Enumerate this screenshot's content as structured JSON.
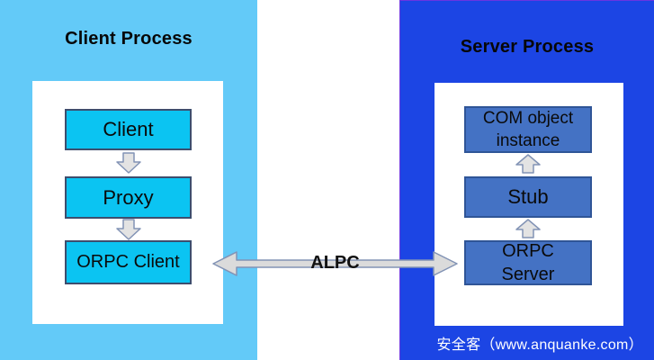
{
  "diagram": {
    "client_panel": {
      "title": "Client Process",
      "boxes": [
        {
          "label": "Client"
        },
        {
          "label": "Proxy"
        },
        {
          "label": "ORPC Client"
        }
      ]
    },
    "server_panel": {
      "title": "Server Process",
      "boxes": [
        {
          "label": "COM object instance"
        },
        {
          "label": "Stub"
        },
        {
          "label": "ORPC Server"
        }
      ]
    },
    "connector": {
      "label": "ALPC"
    },
    "watermark": {
      "text": "安全客（www.anquanke.com）"
    },
    "colors": {
      "client_panel_bg": "#63CAF8",
      "server_panel_bg": "#1C45E4",
      "client_box_fill": "#0BC4F2",
      "client_box_border": "#3D4E6E",
      "server_box_fill": "#4472C4",
      "server_box_border": "#2F5597",
      "arrow_fill": "#DBDBDB",
      "arrow_border": "#8293B5",
      "title_color": "#070707",
      "watermark_color": "#FFFFFF"
    }
  }
}
